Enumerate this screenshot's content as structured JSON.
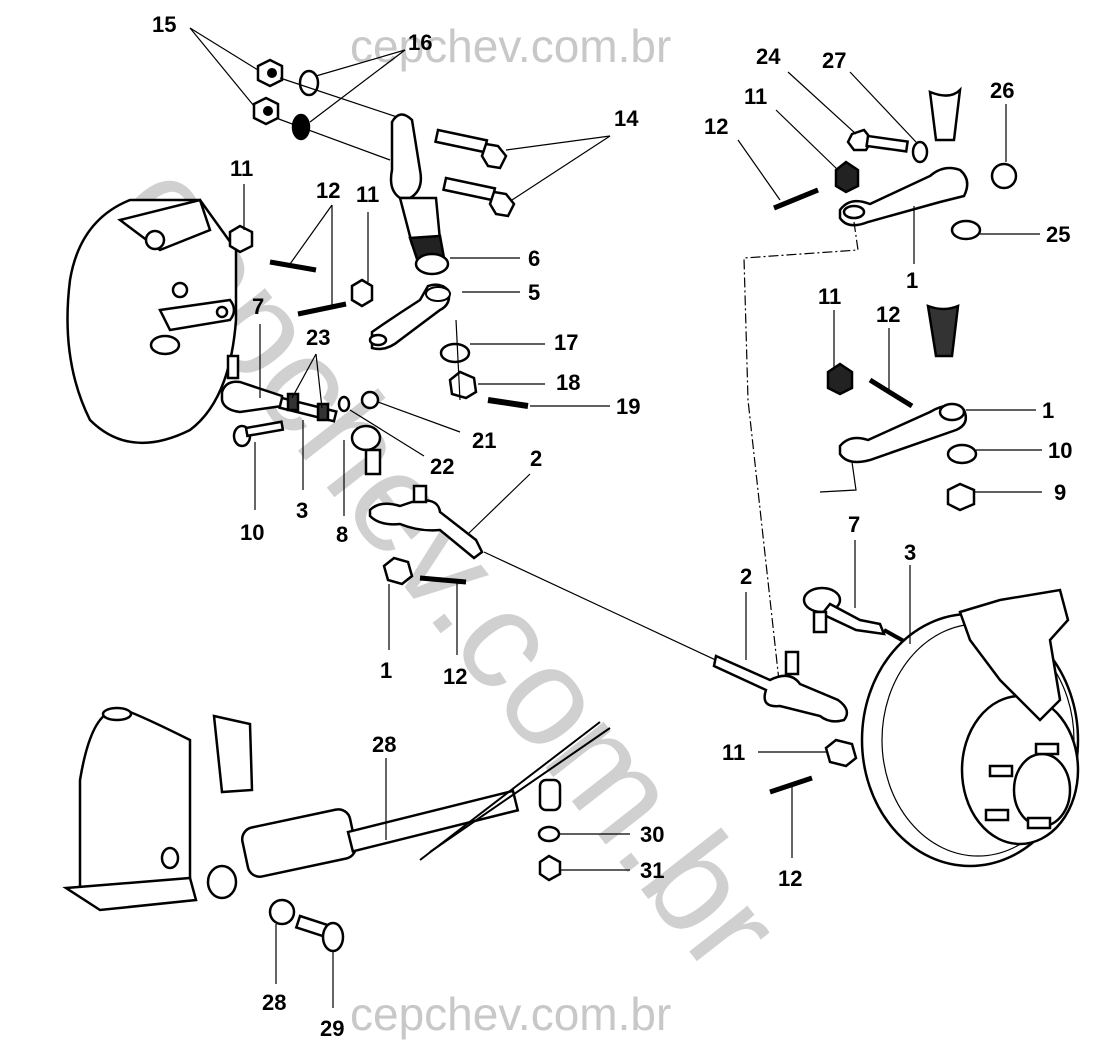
{
  "diagram": {
    "title": "Steering linkage exploded parts diagram",
    "watermarks": {
      "top": "cepchev.com.br",
      "bottom": "cepchev.com.br",
      "diagonal": "cepchev.com.br"
    },
    "callouts": [
      {
        "id": "c15",
        "label": "15"
      },
      {
        "id": "c16",
        "label": "16"
      },
      {
        "id": "c14",
        "label": "14"
      },
      {
        "id": "c11a",
        "label": "11"
      },
      {
        "id": "c12a",
        "label": "12"
      },
      {
        "id": "c11b",
        "label": "11"
      },
      {
        "id": "c6",
        "label": "6"
      },
      {
        "id": "c5",
        "label": "5"
      },
      {
        "id": "c7a",
        "label": "7"
      },
      {
        "id": "c23",
        "label": "23"
      },
      {
        "id": "c17",
        "label": "17"
      },
      {
        "id": "c18",
        "label": "18"
      },
      {
        "id": "c19",
        "label": "19"
      },
      {
        "id": "c21",
        "label": "21"
      },
      {
        "id": "c22",
        "label": "22"
      },
      {
        "id": "c10a",
        "label": "10"
      },
      {
        "id": "c3a",
        "label": "3"
      },
      {
        "id": "c8",
        "label": "8"
      },
      {
        "id": "c2a",
        "label": "2"
      },
      {
        "id": "c1a",
        "label": "1"
      },
      {
        "id": "c12b",
        "label": "12"
      },
      {
        "id": "c24",
        "label": "24"
      },
      {
        "id": "c27",
        "label": "27"
      },
      {
        "id": "c26",
        "label": "26"
      },
      {
        "id": "c11c",
        "label": "11"
      },
      {
        "id": "c12c",
        "label": "12"
      },
      {
        "id": "c25",
        "label": "25"
      },
      {
        "id": "c1b",
        "label": "1"
      },
      {
        "id": "c11d",
        "label": "11"
      },
      {
        "id": "c12d",
        "label": "12"
      },
      {
        "id": "c1c",
        "label": "1"
      },
      {
        "id": "c10b",
        "label": "10"
      },
      {
        "id": "c9",
        "label": "9"
      },
      {
        "id": "c7b",
        "label": "7"
      },
      {
        "id": "c3b",
        "label": "3"
      },
      {
        "id": "c2b",
        "label": "2"
      },
      {
        "id": "c11e",
        "label": "11"
      },
      {
        "id": "c12e",
        "label": "12"
      },
      {
        "id": "c28a",
        "label": "28"
      },
      {
        "id": "c30",
        "label": "30"
      },
      {
        "id": "c31",
        "label": "31"
      },
      {
        "id": "c28b",
        "label": "28"
      },
      {
        "id": "c29",
        "label": "29"
      }
    ]
  }
}
